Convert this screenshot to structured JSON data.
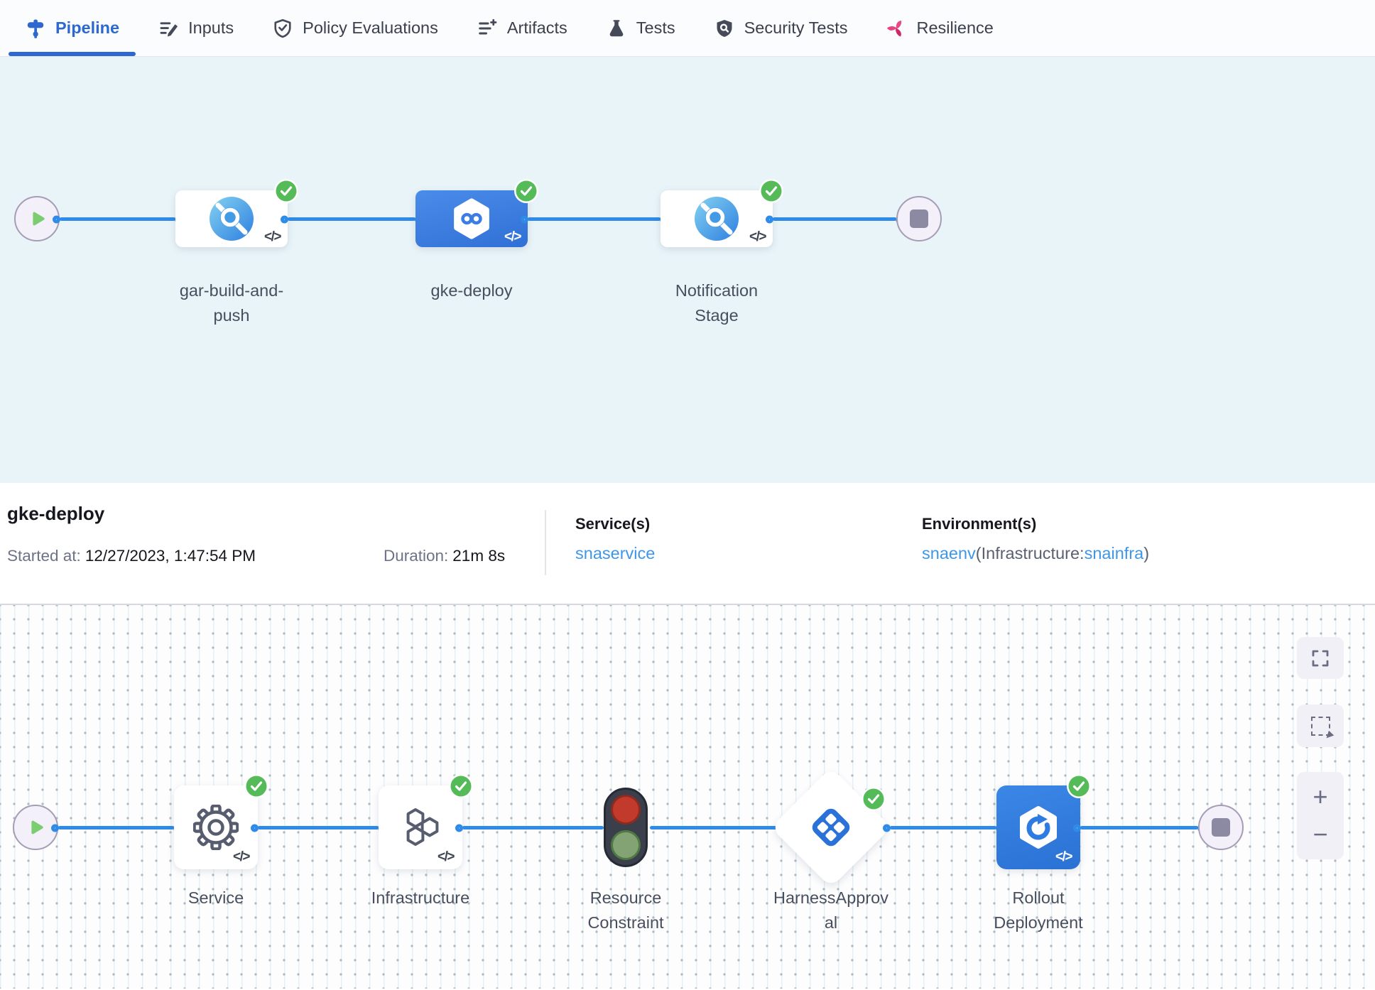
{
  "colors": {
    "accent_blue": "#2c68d0",
    "link_blue": "#3e96e9",
    "connector_blue": "#2e8be8",
    "success_green": "#55bb59",
    "selected_stage_blue": "#3b7de2",
    "resilience_pink": "#e0457e",
    "stage_canvas_bg": "#e8f4f8"
  },
  "tabs": [
    {
      "label": "Pipeline",
      "icon": "pipeline-icon",
      "active": true
    },
    {
      "label": "Inputs",
      "icon": "inputs-icon",
      "active": false
    },
    {
      "label": "Policy Evaluations",
      "icon": "policy-evaluations-icon",
      "active": false
    },
    {
      "label": "Artifacts",
      "icon": "artifacts-icon",
      "active": false
    },
    {
      "label": "Tests",
      "icon": "tests-icon",
      "active": false
    },
    {
      "label": "Security Tests",
      "icon": "security-tests-icon",
      "active": false
    },
    {
      "label": "Resilience",
      "icon": "resilience-icon",
      "active": false
    }
  ],
  "glyphs": {
    "code": "</>",
    "zoom_in": "+",
    "zoom_out": "−"
  },
  "stage_pipeline": {
    "stages": [
      {
        "name": "gar-build-and-push",
        "icon": "custom-stage-icon",
        "status": "success",
        "selected": false
      },
      {
        "name": "gke-deploy",
        "icon": "cd-stage-icon",
        "status": "success",
        "selected": true
      },
      {
        "name": "Notification Stage",
        "icon": "custom-stage-icon",
        "status": "success",
        "selected": false
      }
    ]
  },
  "details": {
    "title": "gke-deploy",
    "started_label": "Started at:",
    "started_value": "12/27/2023, 1:47:54 PM",
    "duration_label": "Duration:",
    "duration_value": "21m 8s",
    "services_label": "Service(s)",
    "service_link": "snaservice",
    "environments_label": "Environment(s)",
    "environment_link": "snaenv",
    "environment_infra_prefix": "(Infrastructure:",
    "environment_infra_link": "snainfra",
    "environment_suffix": ")"
  },
  "execution": {
    "steps": [
      {
        "name": "Service",
        "icon": "service-gear-icon",
        "status": "success"
      },
      {
        "name": "Infrastructure",
        "icon": "infrastructure-hexagons-icon",
        "status": "success"
      },
      {
        "name": "Resource Constraint",
        "icon": "traffic-light-icon",
        "status": "none"
      },
      {
        "name": "HarnessApproval",
        "icon": "approval-diamond-icon",
        "status": "success"
      },
      {
        "name": "Rollout Deployment",
        "icon": "rollout-deployment-icon",
        "status": "success"
      }
    ]
  }
}
